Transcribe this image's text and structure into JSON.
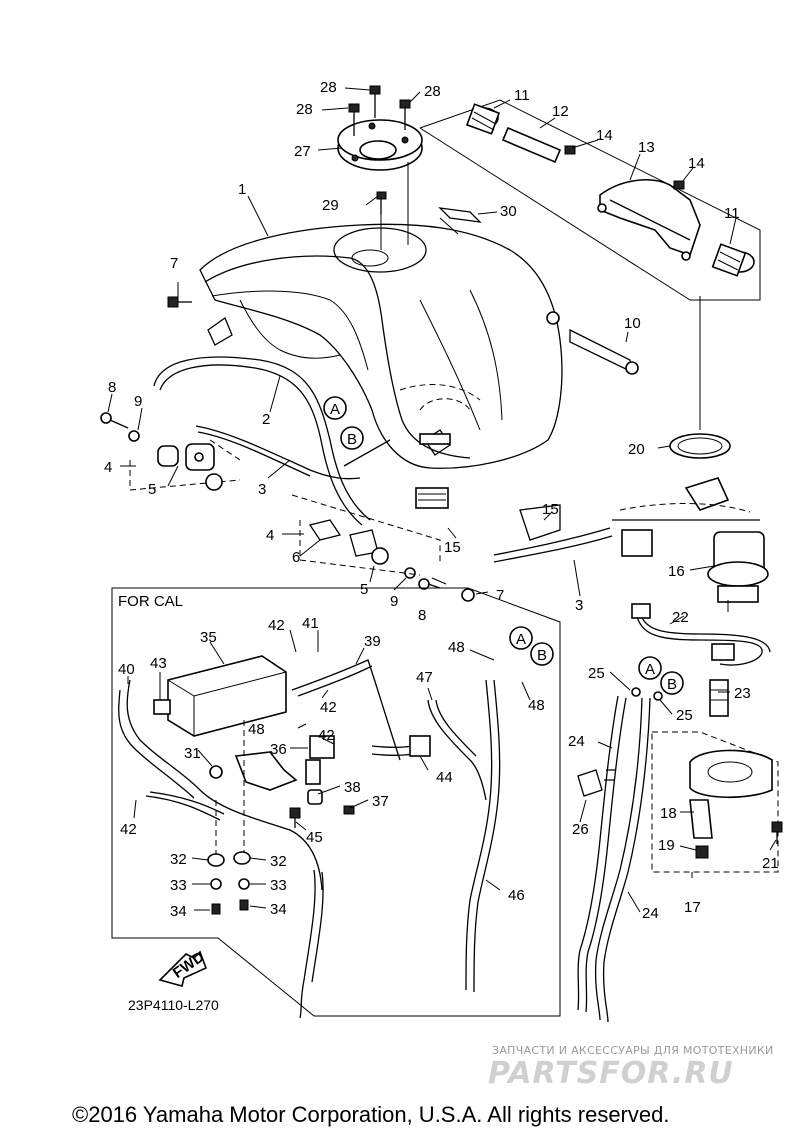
{
  "diagram": {
    "drawing_code": "23P4110-L270",
    "fwd_label": "FWD",
    "cal_box_title": "FOR CAL",
    "callouts": {
      "c1": "1",
      "c2": "2",
      "c3a": "3",
      "c3b": "3",
      "c4a": "4",
      "c4b": "4",
      "c5a": "5",
      "c5b": "5",
      "c6": "6",
      "c7a": "7",
      "c7b": "7",
      "c8a": "8",
      "c8b": "8",
      "c9a": "9",
      "c9b": "9",
      "c10": "10",
      "c11a": "11",
      "c11b": "11",
      "c12": "12",
      "c13": "13",
      "c14a": "14",
      "c14b": "14",
      "c15a": "15",
      "c15b": "15",
      "c16": "16",
      "c17": "17",
      "c18": "18",
      "c19": "19",
      "c20": "20",
      "c21": "21",
      "c22": "22",
      "c23": "23",
      "c24a": "24",
      "c24b": "24",
      "c25a": "25",
      "c25b": "25",
      "c26": "26",
      "c27": "27",
      "c28a": "28",
      "c28b": "28",
      "c28c": "28",
      "c29": "29",
      "c30": "30",
      "c31": "31",
      "c32a": "32",
      "c32b": "32",
      "c33a": "33",
      "c33b": "33",
      "c34a": "34",
      "c34b": "34",
      "c35": "35",
      "c36": "36",
      "c37": "37",
      "c38": "38",
      "c39": "39",
      "c40": "40",
      "c41": "41",
      "c42a": "42",
      "c42b": "42",
      "c42c": "42",
      "c42d": "42",
      "c43": "43",
      "c44": "44",
      "c45": "45",
      "c46": "46",
      "c47": "47",
      "c48a": "48",
      "c48b": "48",
      "c48c": "48"
    },
    "refs": {
      "ra1": "A",
      "rb1": "B",
      "ra2": "A",
      "rb2": "B",
      "ra3": "A",
      "rb3": "B"
    }
  },
  "watermark": {
    "tagline": "ЗАПЧАСТИ И АКСЕССУАРЫ ДЛЯ МОТОТЕХНИКИ",
    "logo": "PARTSFOR.RU"
  },
  "footer": {
    "copyright": "©2016 Yamaha Motor Corporation, U.S.A. All rights reserved."
  }
}
